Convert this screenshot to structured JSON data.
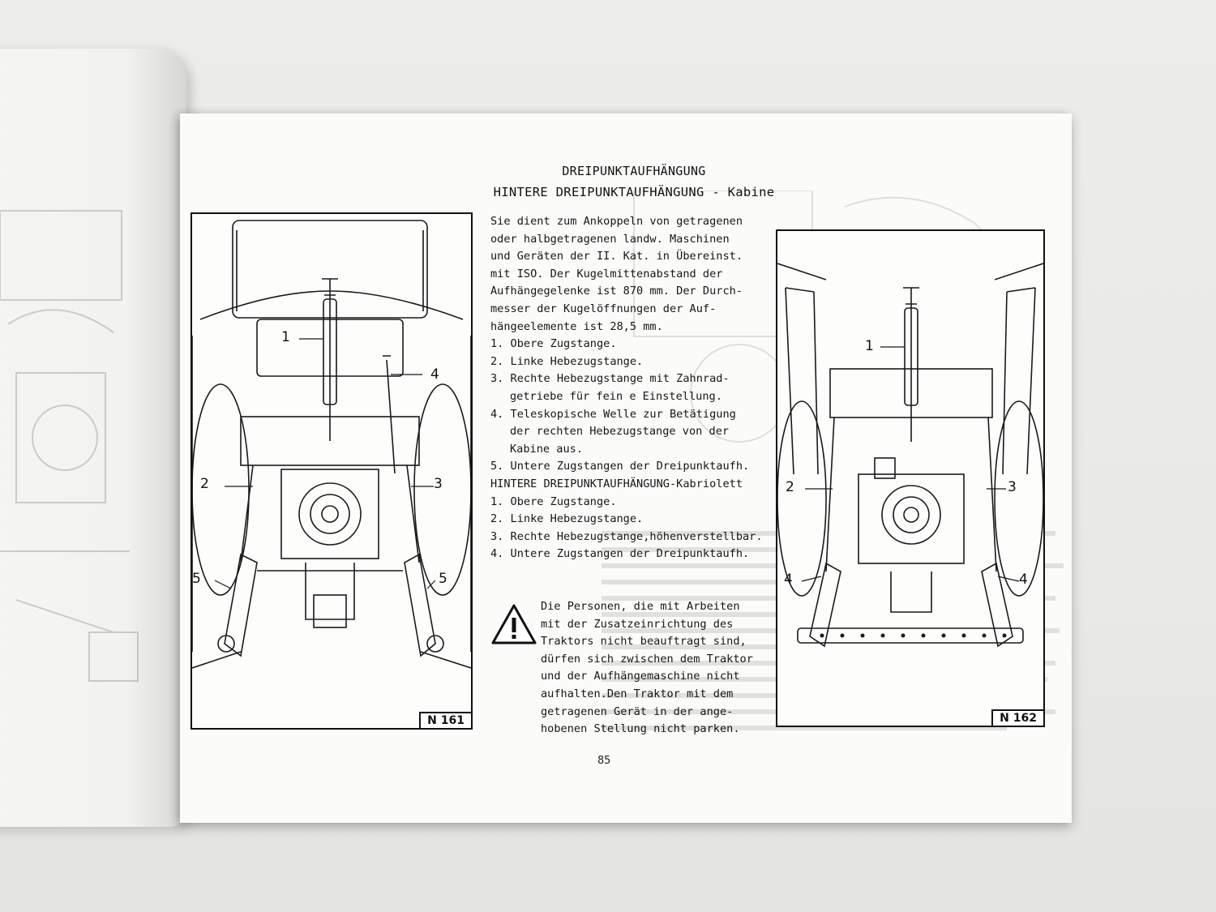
{
  "document": {
    "heading": "DREIPUNKTAUFHÄNGUNG",
    "subheading": "HINTERE DREIPUNKTAUFHÄNGUNG - Kabine",
    "intro_lines": [
      "Sie dient zum Ankoppeln von getragenen",
      "oder halbgetragenen landw. Maschinen",
      "und Geräten der II. Kat. in Übereinst.",
      "mit ISO. Der Kugelmittenabstand der",
      "Aufhängegelenke ist 870 mm. Der Durch-",
      "messer der Kugelöffnungen der Auf-",
      "hängeelemente ist 28,5 mm."
    ],
    "cabin_list_lines": [
      "1. Obere Zugstange.",
      "2. Linke Hebezugstange.",
      "3. Rechte Hebezugstange mit Zahnrad-",
      "   getriebe für fein e Einstellung.",
      "4. Teleskopische Welle zur Betätigung",
      "   der rechten Hebezugstange von der",
      "   Kabine aus.",
      "5. Untere Zugstangen der Dreipunktaufh."
    ],
    "cabriolet_heading": "HINTERE DREIPUNKTAUFHÄNGUNG-Kabriolett",
    "cabriolet_list": [
      "1. Obere Zugstange.",
      "2. Linke Hebezugstange.",
      "3. Rechte Hebezugstange,höhenverstellbar.",
      "4. Untere Zugstangen der Dreipunktaufh."
    ],
    "warning_lines": [
      "Die Personen, die mit Arbeiten",
      "mit der Zusatzeinrichtung des",
      "Traktors nicht beauftragt sind,",
      "dürfen sich zwischen dem Traktor",
      "und der Aufhängemaschine nicht",
      "aufhalten.Den Traktor mit dem",
      "getragenen Gerät in der ange-",
      "hobenen Stellung nicht parken."
    ],
    "page_number": "85"
  },
  "figures": {
    "left": {
      "label": "N 161",
      "callouts": {
        "c1": "1",
        "c2": "2",
        "c3": "3",
        "c4": "4",
        "c5a": "5",
        "c5b": "5"
      }
    },
    "right": {
      "label": "N 162",
      "callouts": {
        "c1": "1",
        "c2": "2",
        "c3": "3",
        "c4a": "4",
        "c4b": "4"
      }
    }
  }
}
